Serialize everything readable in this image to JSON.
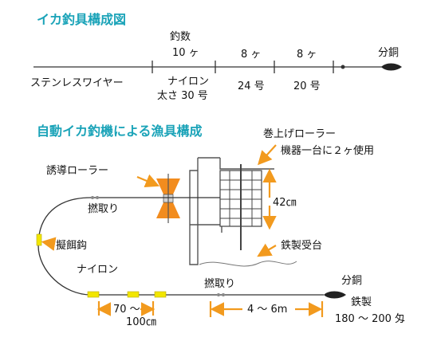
{
  "section1": {
    "title": "イカ釣具構成図",
    "hook_count_label": "釣数",
    "hook_count_value": "10 ヶ",
    "count_mid": "8 ヶ",
    "count_right": "8 ヶ",
    "weight_label": "分銅",
    "seg_steel": "ステンレスワイヤー",
    "seg_nylon_line1": "ナイロン",
    "seg_nylon_line2": "太さ 30 号",
    "seg_24": "24 号",
    "seg_20": "20 号"
  },
  "section2": {
    "title": "自動イカ釣機による漁具構成",
    "roller_label": "巻上げローラー",
    "roller_note": "機器一台に２ヶ使用",
    "guide_roller": "誘導ローラー",
    "swivel_upper": "撚取り",
    "drum_height": "42㎝",
    "lure": "擬餌鈎",
    "stand": "鉄製受台",
    "nylon": "ナイロン",
    "swivel_lower": "撚取り",
    "weight_label": "分銅",
    "weight_material": "鉄製",
    "weight_range": "180 ～ 200 匁",
    "spacing_line1": "70 ～",
    "spacing_line2": "100㎝",
    "segment_length": "4 ～ 6m"
  },
  "colors": {
    "heading": "#1aa3b8",
    "arrow": "#f29a1e",
    "roller": "#f28c1e",
    "lure": "#f2e600"
  }
}
